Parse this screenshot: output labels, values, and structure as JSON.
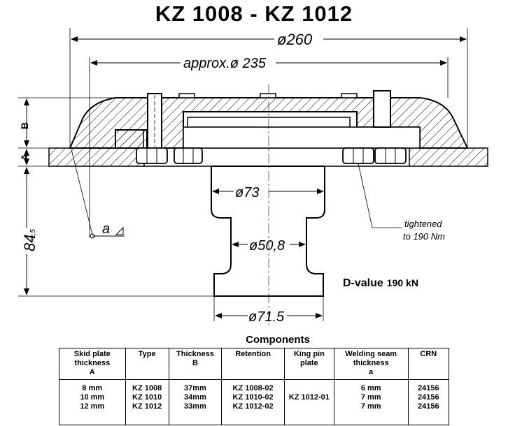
{
  "title": "KZ 1008 - KZ 1012",
  "dimensions": {
    "outer_diameter": "ø260",
    "approx_diameter": "approx.ø 235",
    "upper_diameter": "ø73",
    "neck_diameter": "ø50,8",
    "lower_diameter": "ø71.5",
    "height": "84",
    "height_tolerance": "-1,5",
    "label_a": "A",
    "label_b": "B",
    "weld_label": "a"
  },
  "notes": {
    "tightened_line1": "tightened",
    "tightened_line2": "to 190 Nm",
    "dvalue_label": "D-value",
    "dvalue_value": "190 kN"
  },
  "components": {
    "title": "Components",
    "headers": [
      "Skid plate\nthickness\nA",
      "Type",
      "Thickness\nB",
      "Retention",
      "King pin\nplate",
      "Welding seam\nthickness\na",
      "CRN"
    ],
    "columns": [
      [
        "8 mm",
        "10 mm",
        "12 mm"
      ],
      [
        "KZ 1008",
        "KZ 1010",
        "KZ 1012"
      ],
      [
        "37mm",
        "34mm",
        "33mm"
      ],
      [
        "KZ 1008-02",
        "KZ 1010-02",
        "KZ 1012-02"
      ],
      [
        "",
        "KZ 1012-01",
        ""
      ],
      [
        "6 mm",
        "7 mm",
        "7 mm"
      ],
      [
        "24156",
        "24156",
        "24156"
      ]
    ]
  }
}
